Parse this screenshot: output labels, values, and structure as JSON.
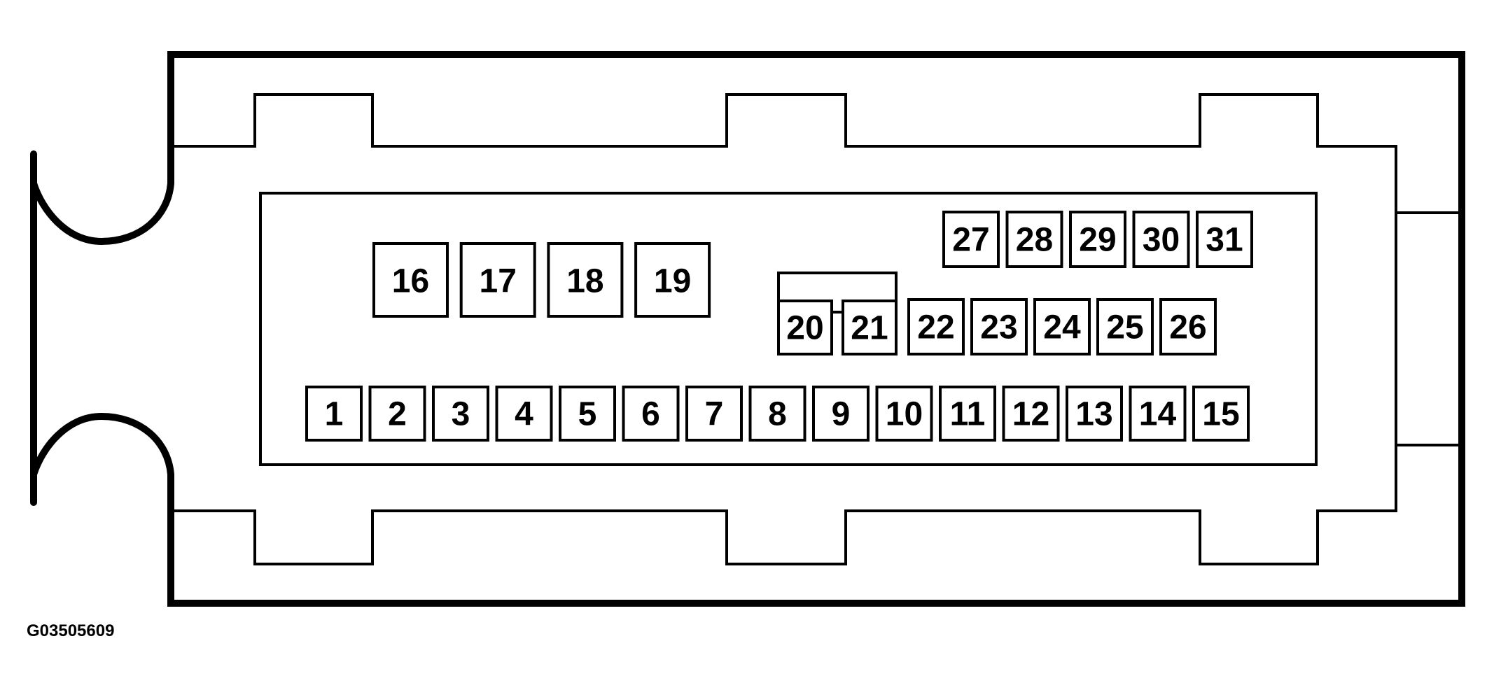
{
  "figure_code": "G03505609",
  "line_color": "#000000",
  "pins": {
    "row_bottom": [
      "1",
      "2",
      "3",
      "4",
      "5",
      "6",
      "7",
      "8",
      "9",
      "10",
      "11",
      "12",
      "13",
      "14",
      "15"
    ],
    "row_large": [
      "16",
      "17",
      "18",
      "19"
    ],
    "row_middle": [
      "20",
      "21",
      "22",
      "23",
      "24",
      "25",
      "26"
    ],
    "row_top": [
      "27",
      "28",
      "29",
      "30",
      "31"
    ]
  }
}
